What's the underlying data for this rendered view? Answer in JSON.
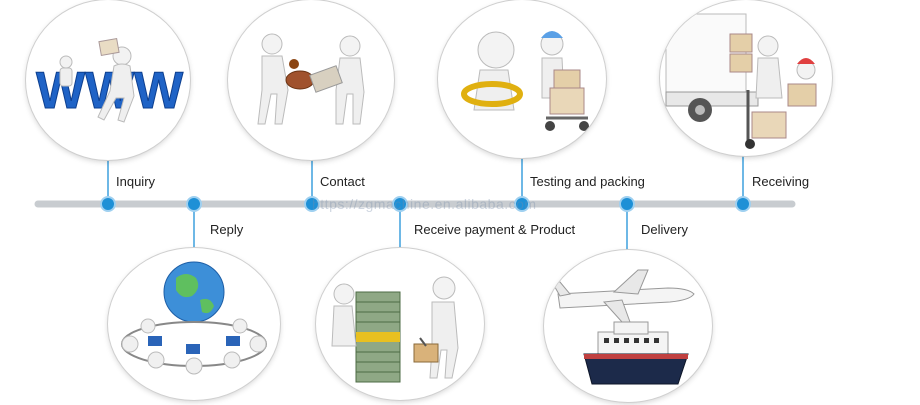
{
  "steps": {
    "inquiry": "Inquiry",
    "reply": "Reply",
    "contact": "Contact",
    "payment": "Receive payment & Product",
    "testing": "Testing and packing",
    "delivery": "Delivery",
    "receiving": "Receiving"
  },
  "watermark": "https://zgmachine.en.alibaba.com",
  "colors": {
    "timeline": "#c8ccd0",
    "node": "#1e90d6",
    "connector": "#3da0dd"
  },
  "icons": {
    "inquiry": "www-globe-figure",
    "contact": "handshake-figures",
    "testing": "magnifier-trolley-figures",
    "receiving": "truck-boxes-figures",
    "reply": "globe-network-figures",
    "payment": "money-toolbox-figures",
    "delivery": "plane-ship"
  }
}
